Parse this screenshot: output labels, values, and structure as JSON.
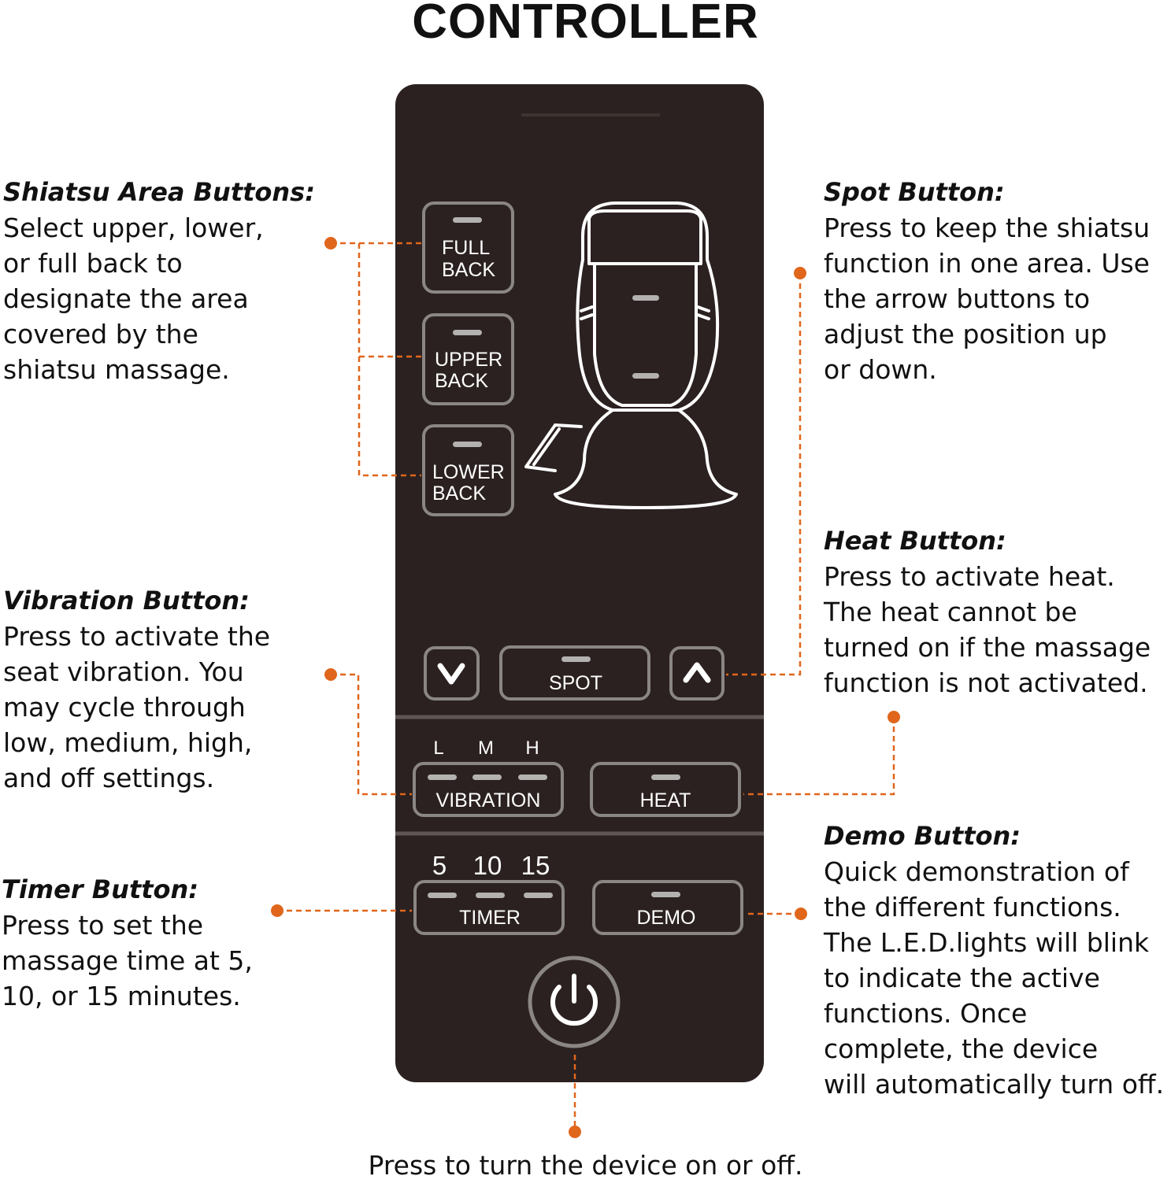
{
  "title": "CONTROLLER",
  "colors": {
    "panel": "#2b2120",
    "button_border": "#8a8685",
    "led": "#b4b1b1",
    "callout": "#e0661c",
    "text": "#111111"
  },
  "controller": {
    "area_buttons": [
      {
        "line1": "FULL",
        "line2": "BACK"
      },
      {
        "line1": "UPPER",
        "line2": "BACK"
      },
      {
        "line1": "LOWER",
        "line2": "BACK"
      }
    ],
    "down_icon": "chevron-down-icon",
    "up_icon": "chevron-up-icon",
    "spot_label": "SPOT",
    "vibration_levels": [
      "L",
      "M",
      "H"
    ],
    "vibration_label": "VIBRATION",
    "heat_label": "HEAT",
    "timer_levels": [
      "5",
      "10",
      "15"
    ],
    "timer_label": "TIMER",
    "demo_label": "DEMO",
    "power_icon": "power-icon",
    "seat_icon": "massage-seat-icon"
  },
  "callouts": {
    "shiatsu": {
      "heading": "Shiatsu Area Buttons:",
      "body": "Select upper, lower,\nor full back to\ndesignate the area\ncovered by the\nshiatsu massage."
    },
    "vibration": {
      "heading": "Vibration Button:",
      "body": "Press to activate the\nseat vibration. You\nmay cycle through\nlow, medium, high,\nand off settings."
    },
    "timer": {
      "heading": "Timer Button:",
      "body": "Press to set the\nmassage time at 5,\n10, or 15 minutes."
    },
    "spot": {
      "heading": "Spot Button:",
      "body": "Press to keep the shiatsu\nfunction in one area. Use\nthe arrow buttons to\nadjust the position up\nor down."
    },
    "heat": {
      "heading": "Heat Button:",
      "body": "Press to activate heat.\nThe heat cannot be\nturned on if the massage\nfunction is not activated."
    },
    "demo": {
      "heading": "Demo Button:",
      "body": "Quick demonstration of\nthe different functions.\nThe L.E.D.lights will blink\nto indicate the active\nfunctions. Once\ncomplete, the device\nwill automatically turn off."
    },
    "power": {
      "body": "Press to turn the device on or off."
    }
  }
}
